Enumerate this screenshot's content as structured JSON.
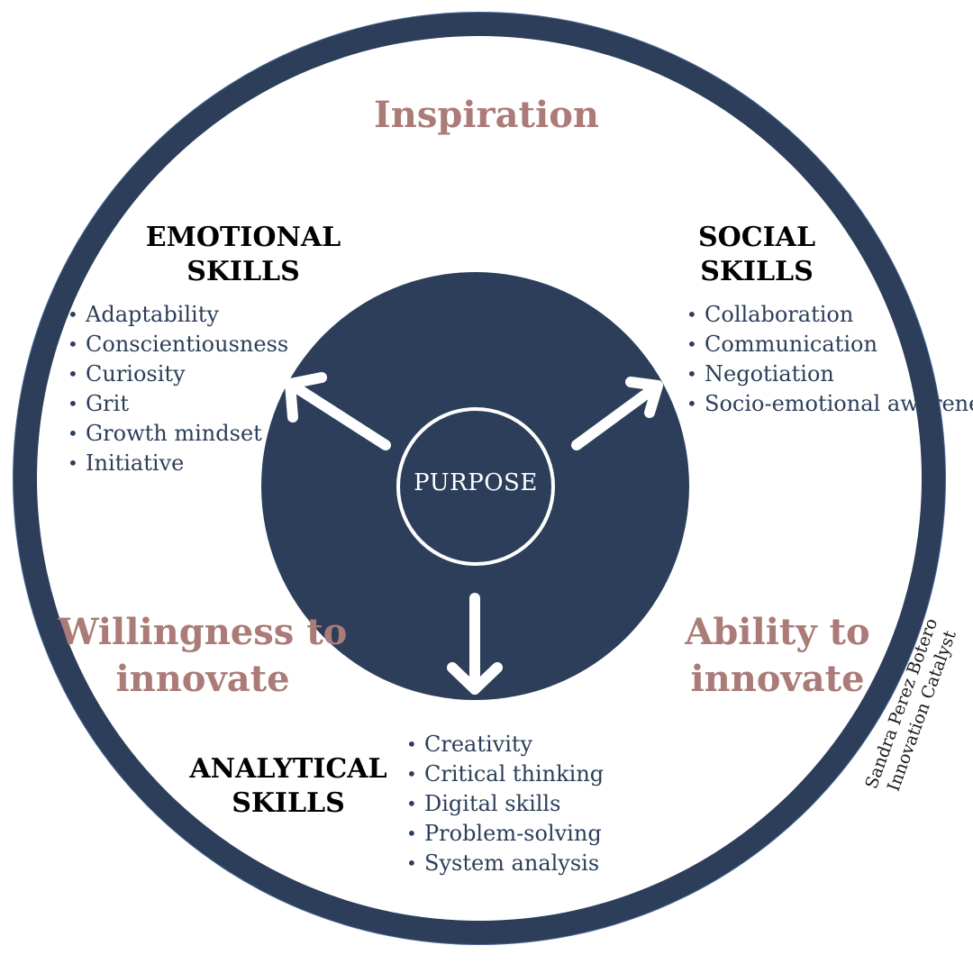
{
  "diagram": {
    "center_label": "PURPOSE",
    "outer_top_label": "Inspiration",
    "left_lower_label": "Willingness to innovate",
    "right_lower_label": "Ability to innovate",
    "emotional": {
      "heading": "EMOTIONAL SKILLS",
      "items": [
        "Adaptability",
        "Conscientiousness",
        "Curiosity",
        "Grit",
        "Growth mindset",
        "Initiative"
      ]
    },
    "social": {
      "heading": "SOCIAL SKILLS",
      "items": [
        "Collaboration",
        "Communication",
        "Negotiation",
        "Socio-emotional awareness"
      ]
    },
    "analytical": {
      "heading": "ANALYTICAL SKILLS",
      "items": [
        "Creativity",
        "Critical thinking",
        "Digital skills",
        "Problem-solving",
        "System analysis"
      ]
    },
    "signature_name": "Sandra Perez Botero",
    "signature_title": "Innovation Catalyst"
  },
  "colors": {
    "navy": "#2c3e5a",
    "rose": "#ab7b78",
    "text": "#000000"
  }
}
